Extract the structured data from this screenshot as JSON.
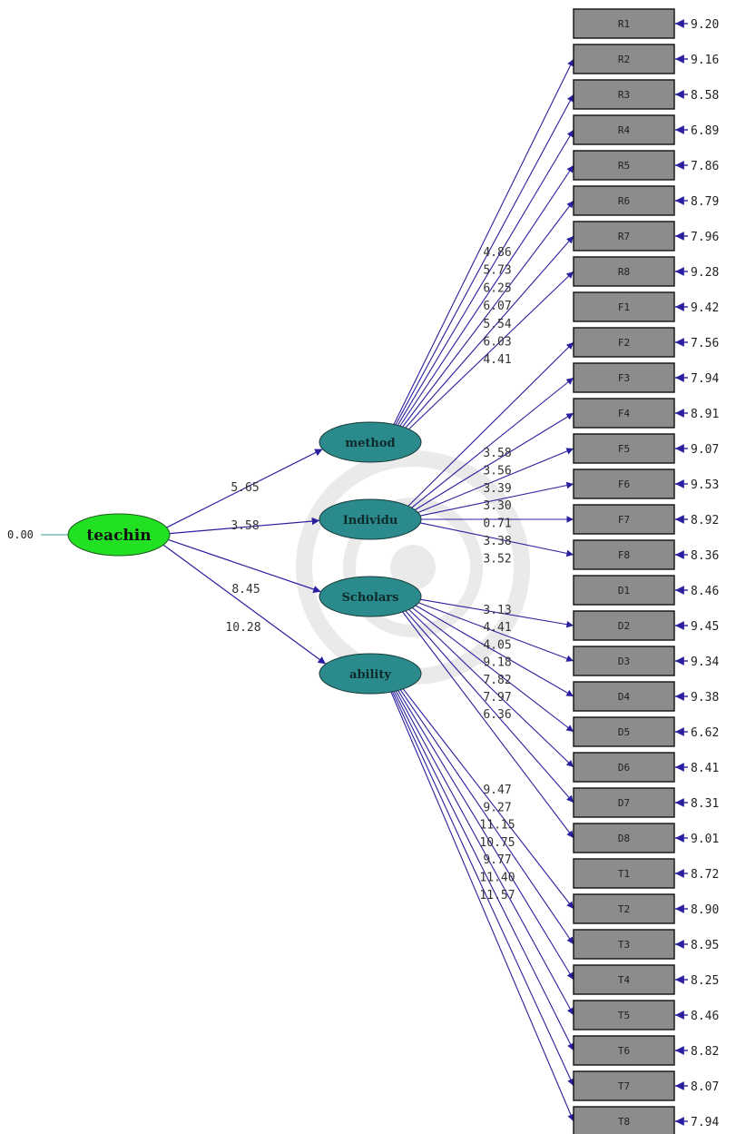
{
  "root": {
    "label": "teachin",
    "variance": "0.00"
  },
  "latents": [
    {
      "label": "method",
      "path": "5.65",
      "indicators": [
        {
          "label": "R1",
          "loading": null,
          "error": "9.20"
        },
        {
          "label": "R2",
          "loading": "4.86",
          "error": "9.16"
        },
        {
          "label": "R3",
          "loading": "5.73",
          "error": "8.58"
        },
        {
          "label": "R4",
          "loading": "6.25",
          "error": "6.89"
        },
        {
          "label": "R5",
          "loading": "6.07",
          "error": "7.86"
        },
        {
          "label": "R6",
          "loading": "5.54",
          "error": "8.79"
        },
        {
          "label": "R7",
          "loading": "6.03",
          "error": "7.96"
        },
        {
          "label": "R8",
          "loading": "4.41",
          "error": "9.28"
        }
      ]
    },
    {
      "label": "Individu",
      "path": "3.58",
      "indicators": [
        {
          "label": "F1",
          "loading": null,
          "error": "9.42"
        },
        {
          "label": "F2",
          "loading": "3.58",
          "error": "7.56"
        },
        {
          "label": "F3",
          "loading": "3.56",
          "error": "7.94"
        },
        {
          "label": "F4",
          "loading": "3.39",
          "error": "8.91"
        },
        {
          "label": "F5",
          "loading": "3.30",
          "error": "9.07"
        },
        {
          "label": "F6",
          "loading": "0.71",
          "error": "9.53",
          "highlight": "#e04040"
        },
        {
          "label": "F7",
          "loading": "3.38",
          "error": "8.92"
        },
        {
          "label": "F8",
          "loading": "3.52",
          "error": "8.36"
        }
      ]
    },
    {
      "label": "Scholars",
      "path": "8.45",
      "indicators": [
        {
          "label": "D1",
          "loading": null,
          "error": "8.46"
        },
        {
          "label": "D2",
          "loading": "3.13",
          "error": "9.45"
        },
        {
          "label": "D3",
          "loading": "4.41",
          "error": "9.34"
        },
        {
          "label": "D4",
          "loading": "4.05",
          "error": "9.38"
        },
        {
          "label": "D5",
          "loading": "9.18",
          "error": "6.62"
        },
        {
          "label": "D6",
          "loading": "7.82",
          "error": "8.41"
        },
        {
          "label": "D7",
          "loading": "7.97",
          "error": "8.31"
        },
        {
          "label": "D8",
          "loading": "6.36",
          "error": "9.01"
        }
      ]
    },
    {
      "label": "ability",
      "path": "10.28",
      "indicators": [
        {
          "label": "T1",
          "loading": null,
          "error": "8.72"
        },
        {
          "label": "T2",
          "loading": "9.47",
          "error": "8.90"
        },
        {
          "label": "T3",
          "loading": "9.27",
          "error": "8.95"
        },
        {
          "label": "T4",
          "loading": "11.15",
          "error": "8.25"
        },
        {
          "label": "T5",
          "loading": "10.75",
          "error": "8.46"
        },
        {
          "label": "T6",
          "loading": "9.77",
          "error": "8.82"
        },
        {
          "label": "T7",
          "loading": "11.40",
          "error": "8.07"
        },
        {
          "label": "T8",
          "loading": "11.57",
          "error": "7.94"
        }
      ]
    }
  ],
  "colors": {
    "arrow": "#2a1f9e",
    "root_fill": "#22e022",
    "latent_fill": "#2a8a8c",
    "box_fill": "#8c8c8c",
    "highlight": "#e04040"
  }
}
